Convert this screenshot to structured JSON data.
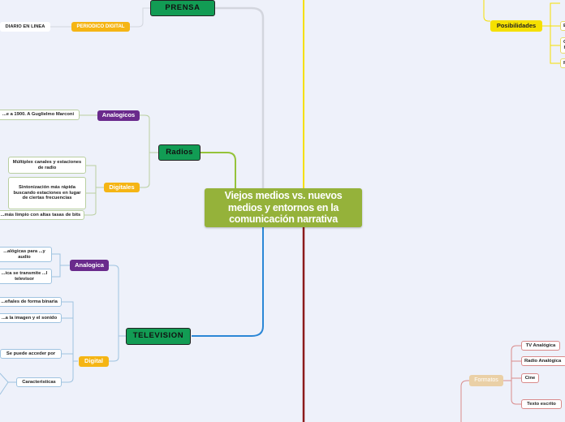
{
  "central": {
    "title": "Viejos medios vs. nuevos medios y entornos en la comunicación narrativa"
  },
  "left": {
    "prensa": {
      "label": "PRENSA",
      "periodico_digital": {
        "label": "PERIODICO DIGITAL"
      },
      "diario_en_linea": {
        "label": "DIARIO EN LINEA"
      }
    },
    "radios": {
      "label": "Radios",
      "analogicos": {
        "label": "Analogicos",
        "leaves": [
          "...e a 1900. A Guglielmo Marconi"
        ]
      },
      "digitales": {
        "label": "Digitales",
        "leaves": [
          "Múltiplex canales y estaciones de radio",
          "Sintonización más rápida buscando estaciones en lugar de ciertas frecuencias",
          "...más limpio con altas tasas de bits"
        ]
      }
    },
    "television": {
      "label": "TELEVISION",
      "analogica": {
        "label": "Analogica",
        "leaves": [
          "...alógicas para ...y audio",
          "...ica se transmite ...l televisor"
        ]
      },
      "digital": {
        "label": "Digital",
        "leaves": [
          "...eñales de forma binaria",
          "...a la imagen y el sonido",
          "Se puede acceder por",
          "Caracteristicas"
        ]
      }
    }
  },
  "right": {
    "posibilidades": {
      "label": "Posibilidades",
      "leaves": [
        "E",
        "G h",
        "F"
      ]
    },
    "formatos": {
      "label": "Formatos",
      "leaves": [
        "TV Analógica",
        "Radio Analógica",
        "Cine",
        "Texto escrito"
      ]
    }
  },
  "colors": {
    "central": "#95b23a",
    "main_branch": "#129c54",
    "radio_sub": "#6a2a8c",
    "digital_sub": "#f5b514",
    "yellow_branch": "#f5e000",
    "red_branch": "#8b1a1a",
    "formatos_sub": "#ead0a6"
  }
}
